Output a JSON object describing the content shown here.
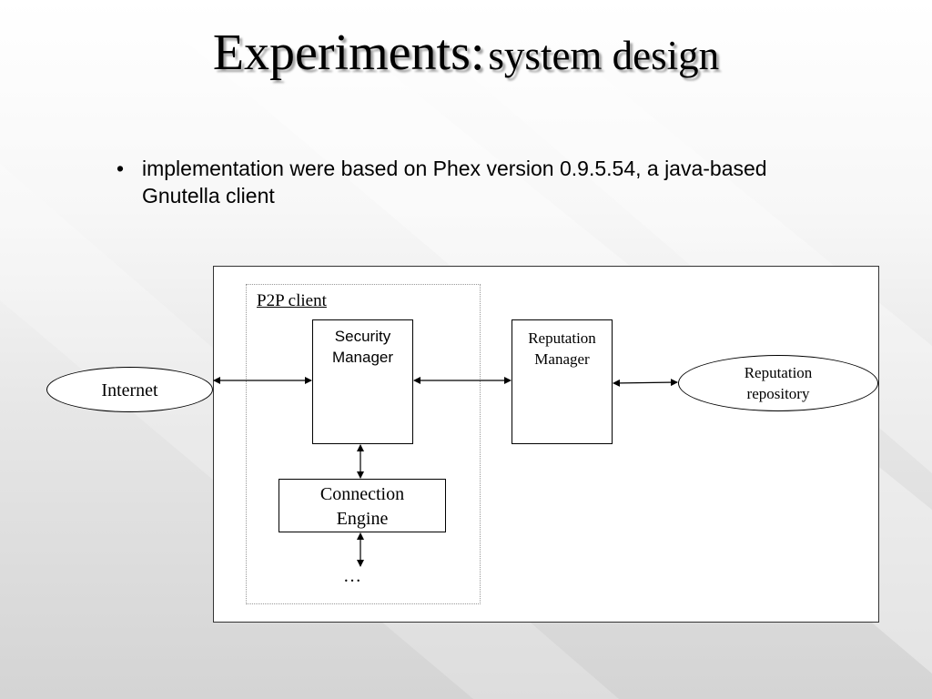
{
  "slide": {
    "title_main": "Experiments:",
    "title_sub": "system design",
    "bullets": [
      {
        "marker": "•",
        "text": "implementation were based on Phex version 0.9.5.54, a java-based Gnutella client"
      }
    ]
  },
  "diagram": {
    "group_label": "P2P client",
    "nodes": {
      "internet": "Internet",
      "security_manager_line1": "Security",
      "security_manager_line2": "Manager",
      "reputation_manager_line1": "Reputation",
      "reputation_manager_line2": "Manager",
      "reputation_repository_line1": "Reputation",
      "reputation_repository_line2": "repository",
      "connection_engine_line1": "Connection",
      "connection_engine_line2": "Engine"
    },
    "ellipsis": "…"
  }
}
